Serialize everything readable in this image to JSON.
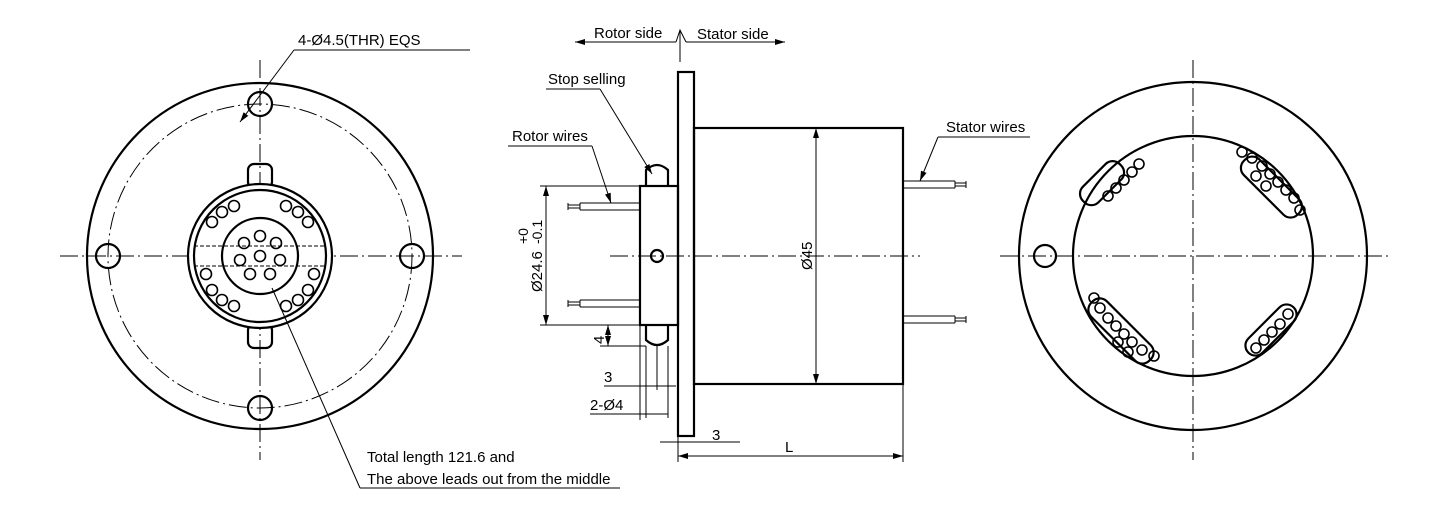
{
  "labels": {
    "holes": "4-Ø4.5(THR) EQS",
    "rotor_side": "Rotor side",
    "stator_side": "Stator side",
    "stop_selling": "Stop selling",
    "rotor_wires": "Rotor wires",
    "stator_wires": "Stator wires",
    "note_line1": "Total length 121.6 and",
    "note_line2": "The above leads out from the middle"
  },
  "dimensions": {
    "rotor_dia": "Ø24.6",
    "rotor_tol_upper": "+0",
    "rotor_tol_lower": "-0.1",
    "body_dia": "Ø45",
    "pin_height": "4",
    "pin_offset": "3",
    "pin_dia": "2-Ø4",
    "flange_thickness": "3",
    "length": "L"
  }
}
